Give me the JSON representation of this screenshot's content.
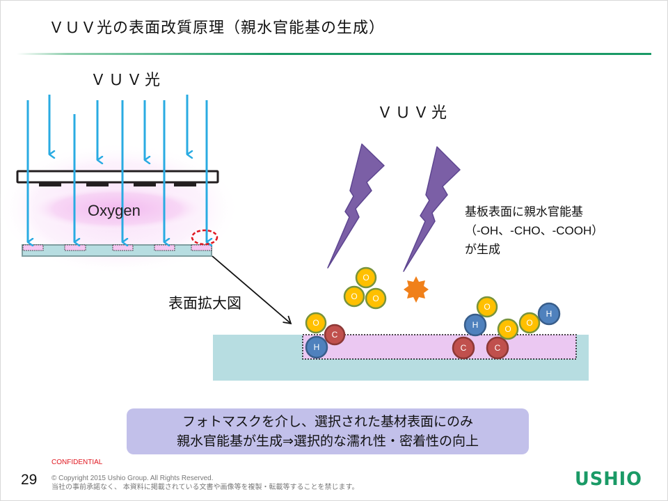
{
  "slide": {
    "title": "ＶＵＶ光の表面改質原理（親水官能基の生成）",
    "page_number": "29",
    "confidential": "CONFIDENTIAL",
    "copyright_line1": "© Copyright 2015 Ushio Group.  All Rights Reserved.",
    "copyright_line2": "当社の事前承諾なく、 本資料に掲載されている文書や画像等を複製・転載等することを禁じます。",
    "logo": "USHIO"
  },
  "left_diagram": {
    "vuv_label": "ＶＵＶ光",
    "oxygen_label": "Oxygen",
    "zoom_label": "表面拡大図"
  },
  "right_diagram": {
    "vuv_label": "ＶＵＶ光",
    "description_lines": [
      "基板表面に親水官能基",
      "（-OH、-CHO、-COOH）",
      "が生成"
    ],
    "atoms": {
      "ozone": [
        "O",
        "O",
        "O"
      ],
      "group_left": [
        "O",
        "C",
        "H"
      ],
      "group_right": [
        "O",
        "H",
        "C",
        "C",
        "O",
        "O",
        "H"
      ]
    }
  },
  "callout": {
    "line1": "フォトマスクを介し、選択された基材表面にのみ",
    "line2": "親水官能基が生成⇒選択的な濡れ性・密着性の向上"
  },
  "colors": {
    "accent_green": "#1a9a66",
    "arrow_blue": "#29abe2",
    "lightning_purple": "#7b5fa6",
    "oxygen_atom": "#ffc000",
    "carbon_atom": "#c0504d",
    "hydrogen_atom": "#4f81bd",
    "spark_orange": "#f0801a",
    "substrate": "#b7dde1",
    "modified_layer": "#ebc8f2",
    "callout_bg": "#c2c0ea",
    "confidential_red": "#e0161f"
  }
}
